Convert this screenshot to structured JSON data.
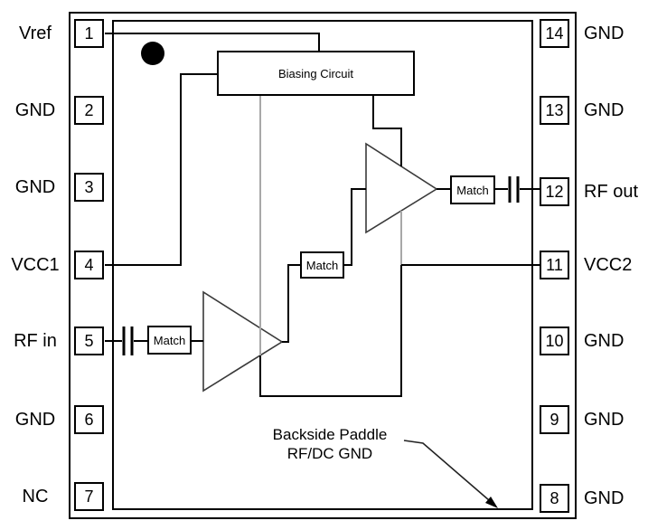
{
  "chip_diagram": {
    "pins_left": [
      {
        "number": "1",
        "label": "Vref"
      },
      {
        "number": "2",
        "label": "GND"
      },
      {
        "number": "3",
        "label": "GND"
      },
      {
        "number": "4",
        "label": "VCC1"
      },
      {
        "number": "5",
        "label": "RF in"
      },
      {
        "number": "6",
        "label": "GND"
      },
      {
        "number": "7",
        "label": "NC"
      }
    ],
    "pins_right": [
      {
        "number": "14",
        "label": "GND"
      },
      {
        "number": "13",
        "label": "GND"
      },
      {
        "number": "12",
        "label": "RF out"
      },
      {
        "number": "11",
        "label": "VCC2"
      },
      {
        "number": "10",
        "label": "GND"
      },
      {
        "number": "9",
        "label": "GND"
      },
      {
        "number": "8",
        "label": "GND"
      }
    ],
    "blocks": {
      "biasing": "Biasing Circuit",
      "match_input": "Match",
      "match_interstage": "Match",
      "match_output": "Match"
    },
    "annotation": {
      "line1": "Backside Paddle",
      "line2": "RF/DC GND"
    },
    "colors": {
      "wire": "#000000",
      "bias_wire": "#a8a8a8",
      "outline": "#000000",
      "background": "#ffffff",
      "text": "#000000"
    }
  }
}
